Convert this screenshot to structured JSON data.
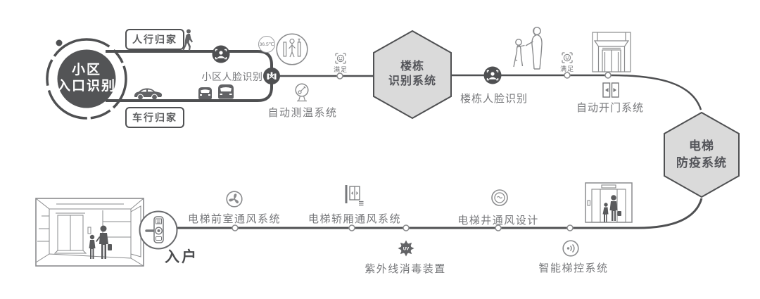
{
  "colors": {
    "dark": "#4F5052",
    "text_gray": "#77787B",
    "line_gray": "#8A8B8D",
    "hex_fill": "#DADADA",
    "silhouette": "#626366",
    "white": "#FFFFFF"
  },
  "entry_circle": {
    "line1": "小区",
    "line2": "入口识别"
  },
  "branch_labels": {
    "pedestrian": "人行归家",
    "vehicle": "车行归家"
  },
  "top_flow": {
    "community_face_label": "小区人脸识别",
    "temperature_badge": "36.5℃",
    "auto_temp_label": "自动测温系统",
    "satisfied_badge_1": "满足",
    "building_hex": {
      "line1": "楼栋",
      "line2": "识别系统"
    },
    "building_face_label": "楼栋人脸识别",
    "satisfied_badge_2": "满足",
    "auto_door_label": "自动开门系统"
  },
  "elevator_hex": {
    "line1": "电梯",
    "line2": "防疫系统"
  },
  "bottom_flow": {
    "front_room_vent_label": "电梯前室通风系统",
    "cabin_vent_label": "电梯轿厢通风系统",
    "uv_label": "紫外线消毒装置",
    "shaft_vent_label": "电梯井通风设计",
    "smart_control_label": "智能梯控系统",
    "entry_label": "入户",
    "uv_icon_text": "UV"
  },
  "icons": [
    "walking-person-icon",
    "car-side-icon",
    "car-front-icon",
    "face-recognition-icon",
    "turnstile-gate-icon",
    "temperature-badge",
    "temperature-check-illustration",
    "thermometer-icon",
    "satisfied-smiley-badge",
    "adult-child-illustration",
    "building-entrance-illustration",
    "door-open-icon",
    "fan-icon",
    "cabin-vent-icon",
    "uv-disinfection-icon",
    "shaft-vent-icon",
    "smart-control-wave-icon",
    "elevator-people-illustration",
    "lobby-illustration",
    "smart-lock-icon"
  ]
}
